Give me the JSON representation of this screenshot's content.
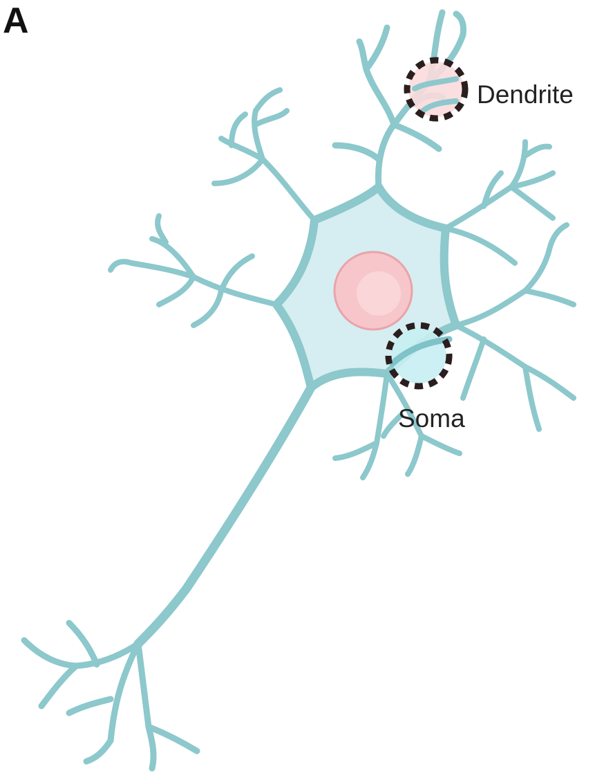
{
  "figure": {
    "panel_label": "A",
    "callouts": [
      {
        "id": "dendrite",
        "label": "Dendrite"
      },
      {
        "id": "soma",
        "label": "Soma"
      }
    ]
  },
  "colors": {
    "neuron_stroke": "#8cc8cc",
    "soma_fill": "#d6eef1",
    "nucleus_fill": "#f6c6ca",
    "nucleus_stroke": "#eaa3aa",
    "dendrite_highlight_fill": "#f9dadd",
    "soma_highlight_fill": "#c7eef2",
    "callout_dash": "#2a1e1e"
  },
  "icons": [
    "neuron-illustration"
  ]
}
